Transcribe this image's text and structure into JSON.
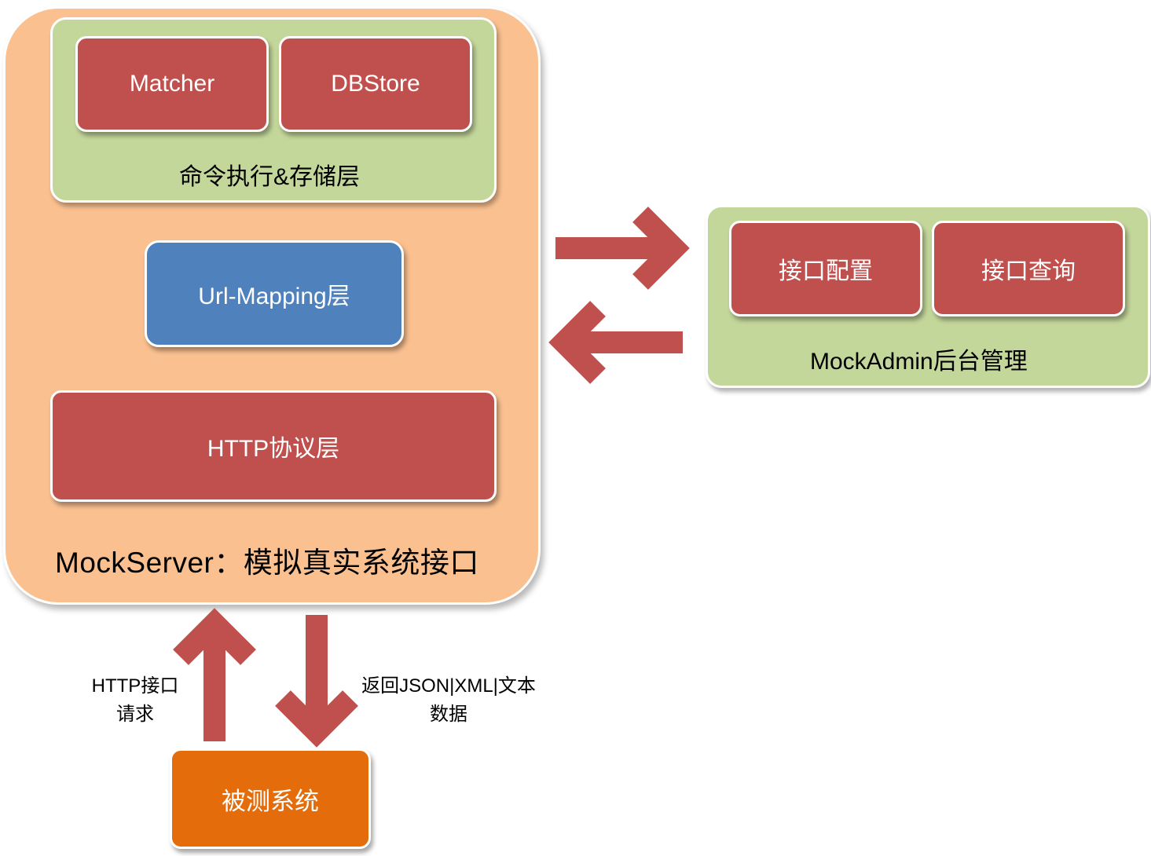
{
  "mock_server": {
    "label": "MockServer：模拟真实系统接口",
    "exec_layer": {
      "label": "命令执行&存储层",
      "matcher": "Matcher",
      "dbstore": "DBStore"
    },
    "url_mapping": "Url-Mapping层",
    "http_layer": "HTTP协议层"
  },
  "mock_admin": {
    "label": "MockAdmin后台管理",
    "config": "接口配置",
    "query": "接口查询"
  },
  "tested_system": "被测系统",
  "request_label": {
    "line1": "HTTP接口",
    "line2": "请求"
  },
  "response_label": {
    "line1": "返回JSON|XML|文本",
    "line2": "数据"
  },
  "colors": {
    "server_bg": "#fac090",
    "layer_green": "#c4d79b",
    "box_red": "#c0504d",
    "box_blue": "#4f81bd",
    "box_orange": "#e46c0a",
    "arrow": "#c0504d"
  }
}
